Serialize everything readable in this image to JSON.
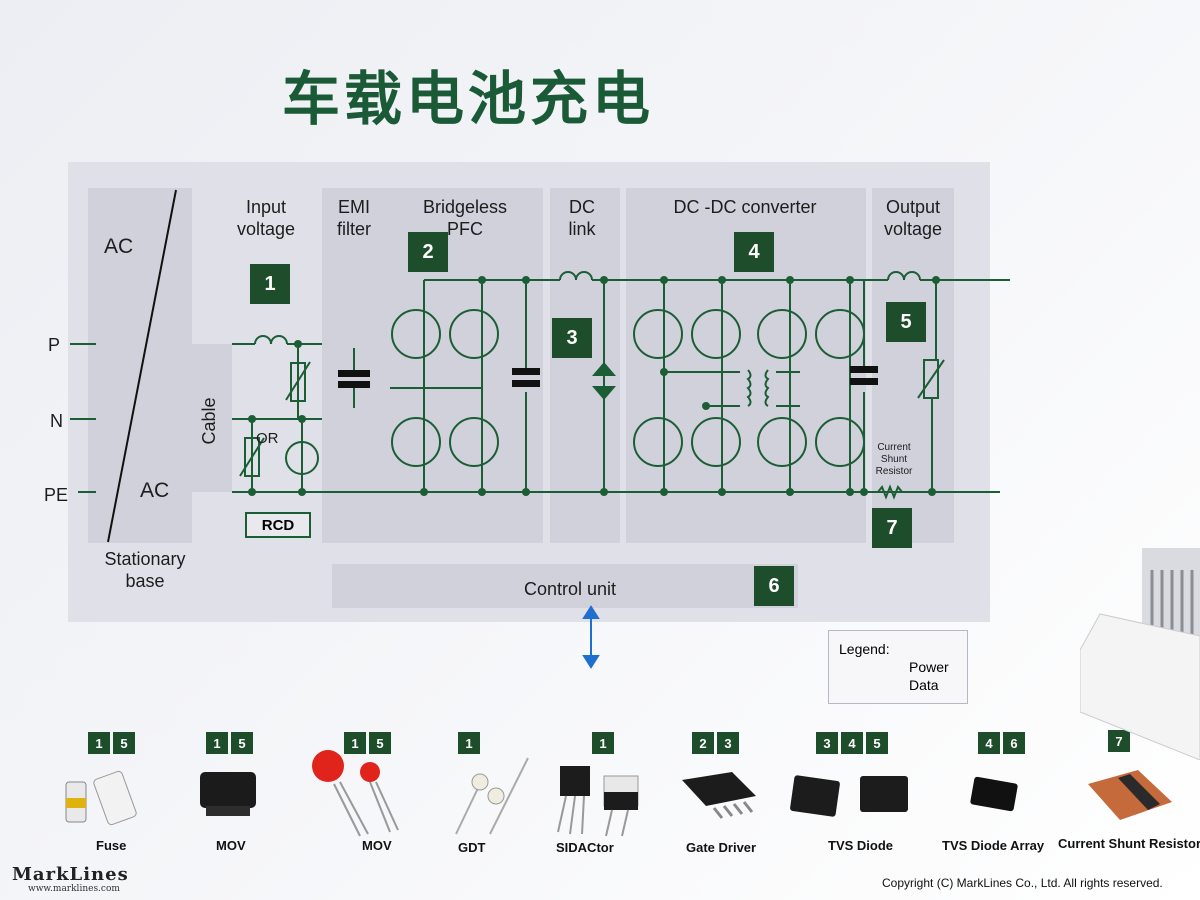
{
  "title": "车载电池充电",
  "blocks": {
    "ac_top": "AC",
    "ac_bottom": "AC",
    "stationary_base": "Stationary\nbase",
    "cable": "Cable",
    "input_voltage": "Input\nvoltage",
    "emi_filter": "EMI\nfilter",
    "bridgeless_pfc": "Bridgeless\nPFC",
    "dc_link": "DC\nlink",
    "dcdc_converter": "DC -DC converter",
    "output_voltage": "Output\nvoltage",
    "control_unit": "Control unit",
    "or_label": "OR",
    "rcd": "RCD",
    "current_shunt": "Current\nShunt\nResistor"
  },
  "lines": {
    "p": "P",
    "n": "N",
    "pe": "PE"
  },
  "badges": {
    "b1": "1",
    "b2": "2",
    "b3": "3",
    "b4": "4",
    "b5": "5",
    "b6": "6",
    "b7": "7"
  },
  "legend": {
    "title": "Legend:",
    "power": "Power",
    "data": "Data",
    "power_color": "#1a1a1a",
    "data_color": "#1f6fd0"
  },
  "components": [
    {
      "name": "Fuse",
      "badges": [
        "1",
        "5"
      ]
    },
    {
      "name": "MOV",
      "badges": [
        "1",
        "5"
      ]
    },
    {
      "name": "MOV",
      "badges": [
        "1",
        "5"
      ]
    },
    {
      "name": "GDT",
      "badges": [
        "1"
      ]
    },
    {
      "name": "SIDACtor",
      "badges": [
        "1"
      ]
    },
    {
      "name": "Gate Driver",
      "badges": [
        "2",
        "3"
      ]
    },
    {
      "name": "TVS Diode",
      "badges": [
        "3",
        "4",
        "5"
      ]
    },
    {
      "name": "TVS Diode Array",
      "badges": [
        "4",
        "6"
      ]
    },
    {
      "name": "Current Shunt Resistor",
      "badges": [
        "7"
      ]
    }
  ],
  "brand": {
    "name": "MarkLines",
    "url": "www.marklines.com"
  },
  "copyright": "Copyright (C) MarkLines Co., Ltd. All rights reserved.",
  "colors": {
    "title_green": "#1a5a37",
    "badge_green": "#1e4d2b",
    "circuit_green": "#1b5e35"
  }
}
